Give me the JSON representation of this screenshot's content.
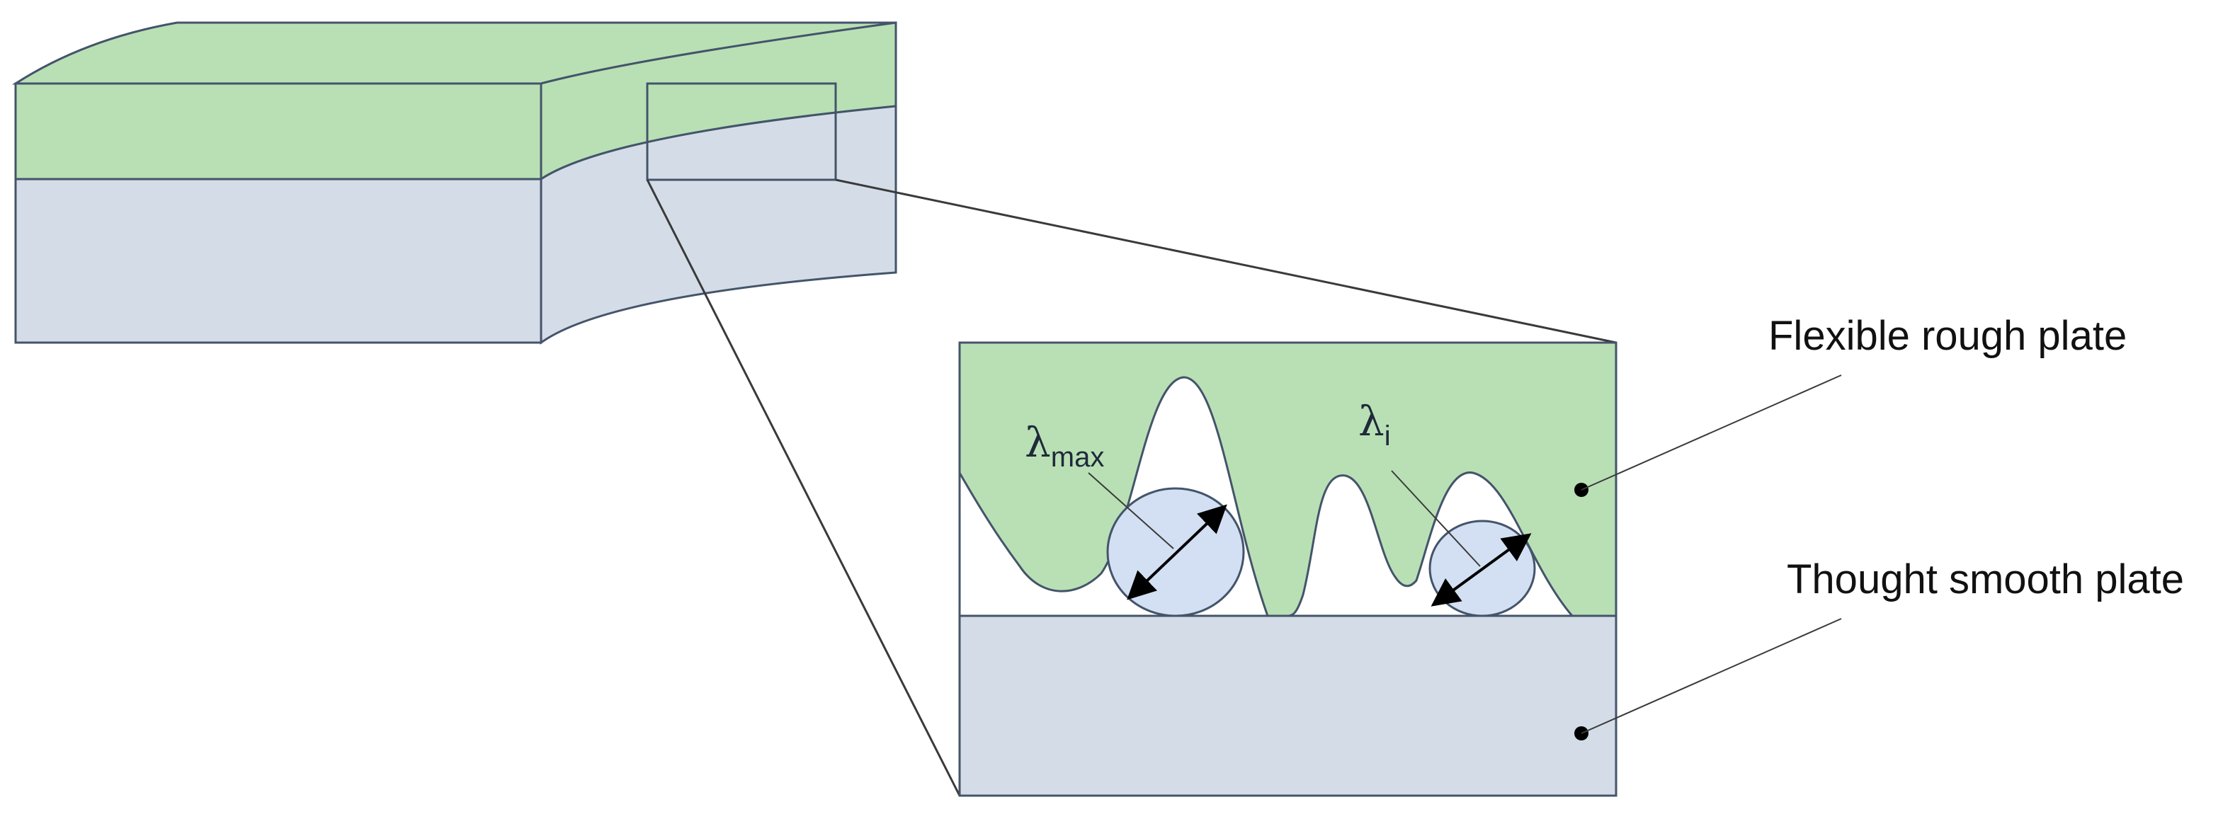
{
  "labels": {
    "flexible": "Flexible rough plate",
    "smooth": "Thought smooth plate",
    "lambda_max_symbol": "λ",
    "lambda_max_sub": "max",
    "lambda_i_symbol": "λ",
    "lambda_i_sub": "i"
  },
  "colors": {
    "rough_plate": "#b9e0b5",
    "smooth_plate": "#d4dde7",
    "circle_fill": "#d3e0f3",
    "outline": "#44546a",
    "line": "#3a3a3a"
  }
}
